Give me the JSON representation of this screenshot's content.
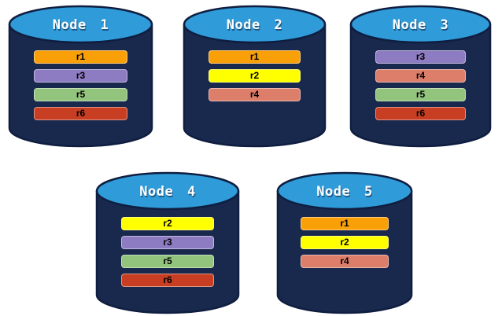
{
  "diagram": {
    "description": "Database nodes with replicated partitions",
    "colors": {
      "background": "#FFFFFF",
      "cylinder_body": "#19294E",
      "cylinder_outline": "#0F1E40",
      "cylinder_top": "#2F9BD8",
      "node_title_text": "#FFFFFF",
      "replica_label_text": "#000000"
    },
    "replica_colors": {
      "r1": "#F9A008",
      "r2": "#FFFF00",
      "r3": "#8E7CC3",
      "r4": "#DD7E6B",
      "r5": "#93C47D",
      "r6": "#C73E22"
    },
    "nodes": [
      {
        "label": "Node 1",
        "replicas": [
          "r1",
          "r3",
          "r5",
          "r6"
        ]
      },
      {
        "label": "Node 2",
        "replicas": [
          "r1",
          "r2",
          "r4"
        ]
      },
      {
        "label": "Node 3",
        "replicas": [
          "r3",
          "r4",
          "r5",
          "r6"
        ]
      },
      {
        "label": "Node 4",
        "replicas": [
          "r2",
          "r3",
          "r5",
          "r6"
        ]
      },
      {
        "label": "Node 5",
        "replicas": [
          "r1",
          "r2",
          "r4"
        ]
      }
    ]
  }
}
